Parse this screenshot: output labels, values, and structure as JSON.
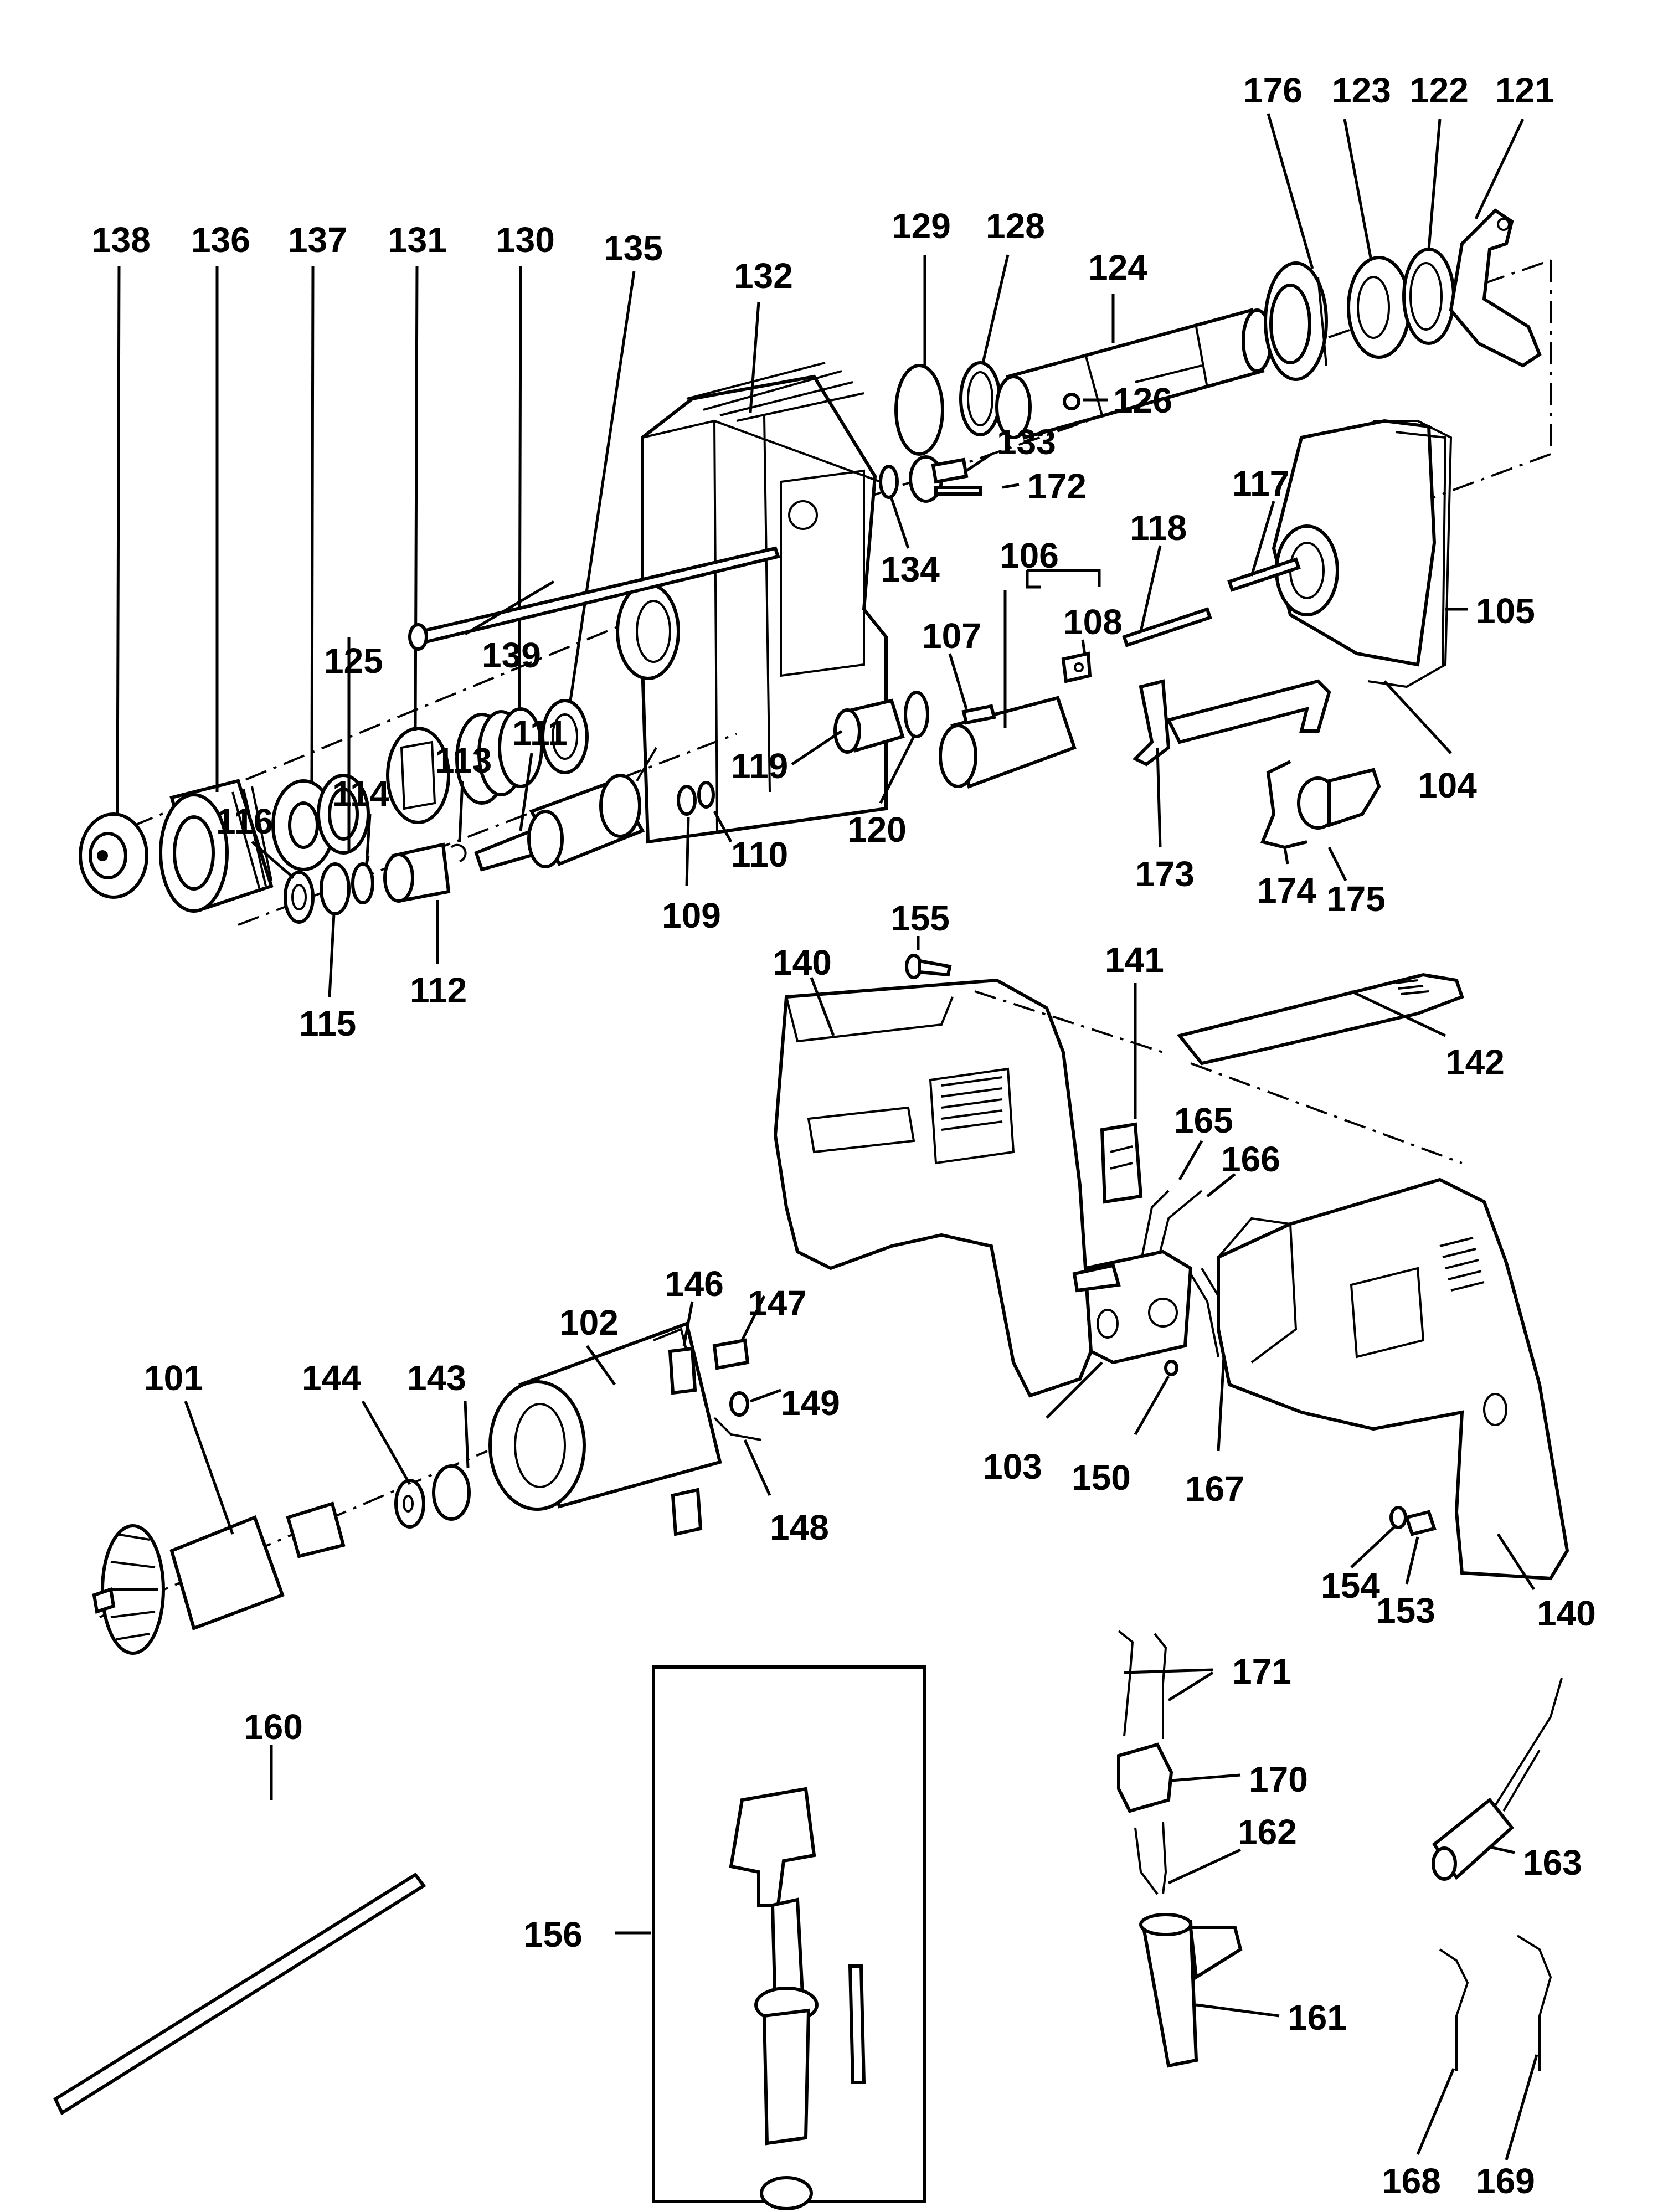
{
  "diagram": {
    "title": "Hammer drill exploded parts diagram",
    "labels": {
      "p101": "101",
      "p102": "102",
      "p103": "103",
      "p104": "104",
      "p105": "105",
      "p106": "106",
      "p107": "107",
      "p108": "108",
      "p109": "109",
      "p110": "110",
      "p111": "111",
      "p112": "112",
      "p113": "113",
      "p114": "114",
      "p115": "115",
      "p116": "116",
      "p117": "117",
      "p118": "118",
      "p119": "119",
      "p120": "120",
      "p121": "121",
      "p122": "122",
      "p123": "123",
      "p124": "124",
      "p125": "125",
      "p126": "126",
      "p128": "128",
      "p129": "129",
      "p130": "130",
      "p131": "131",
      "p132": "132",
      "p133": "133",
      "p134": "134",
      "p135": "135",
      "p136": "136",
      "p137": "137",
      "p138": "138",
      "p139": "139",
      "p140a": "140",
      "p140b": "140",
      "p141": "141",
      "p142": "142",
      "p143": "143",
      "p144": "144",
      "p146": "146",
      "p147": "147",
      "p148": "148",
      "p149": "149",
      "p150": "150",
      "p153": "153",
      "p154": "154",
      "p155": "155",
      "p156": "156",
      "p160": "160",
      "p161": "161",
      "p162": "162",
      "p163": "163",
      "p165": "165",
      "p166": "166",
      "p167": "167",
      "p168": "168",
      "p169": "169",
      "p170": "170",
      "p171": "171",
      "p172": "172",
      "p173": "173",
      "p174": "174",
      "p175": "175",
      "p176": "176"
    }
  }
}
